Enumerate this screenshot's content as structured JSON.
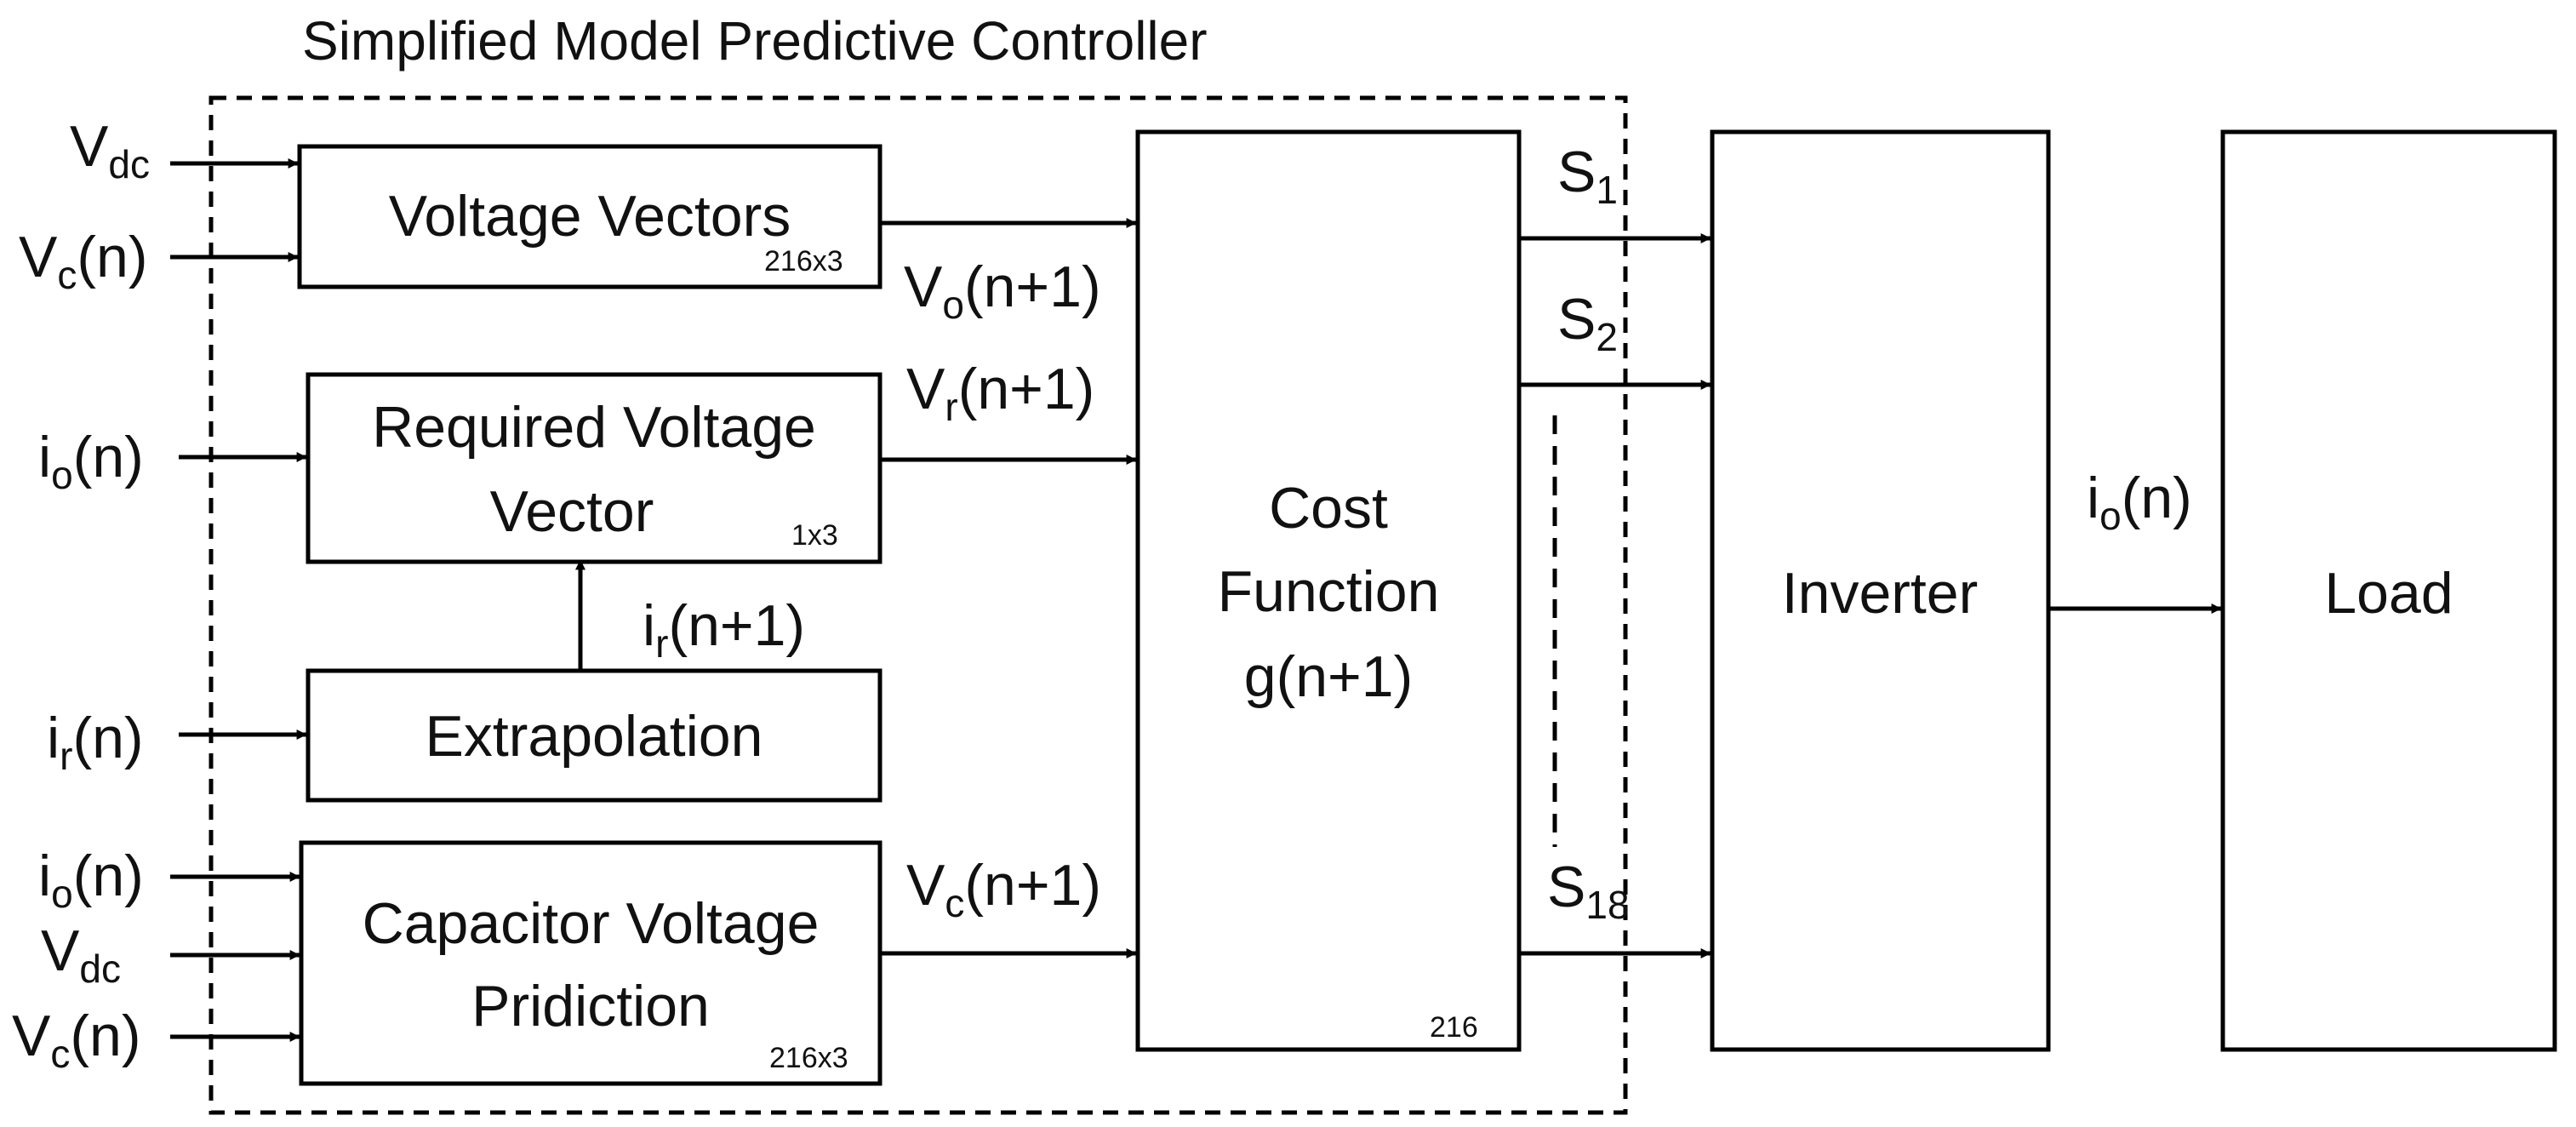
{
  "title": "Simplified Model Predictive Controller",
  "blocks": {
    "voltage_vectors": {
      "label": "Voltage Vectors",
      "size": "216x3"
    },
    "required_voltage": {
      "line1": "Required Voltage",
      "line2": "Vector",
      "size": "1x3"
    },
    "extrapolation": {
      "label": "Extrapolation"
    },
    "capacitor_prediction": {
      "line1": "Capacitor Voltage",
      "line2": "Pridiction",
      "size": "216x3"
    },
    "cost_function": {
      "line1": "Cost",
      "line2": "Function",
      "line3": "g(n+1)",
      "size": "216"
    },
    "inverter": {
      "label": "Inverter"
    },
    "load": {
      "label": "Load"
    }
  },
  "signals": {
    "vdc": {
      "base": "V",
      "sub": "dc",
      "suffix": ""
    },
    "vc_n": {
      "base": "V",
      "sub": "c",
      "suffix": "(n)"
    },
    "io_n": {
      "base": "i",
      "sub": "o",
      "suffix": "(n)"
    },
    "ir_n": {
      "base": "i",
      "sub": "r",
      "suffix": "(n)"
    },
    "ir_n1": {
      "base": "i",
      "sub": "r",
      "suffix": "(n+1)"
    },
    "vo_n1": {
      "base": "V",
      "sub": "o",
      "suffix": "(n+1)"
    },
    "vr_n1": {
      "base": "V",
      "sub": "r",
      "suffix": "(n+1)"
    },
    "vc_n1": {
      "base": "V",
      "sub": "c",
      "suffix": "(n+1)"
    },
    "s1": {
      "base": "S",
      "sub": "1",
      "suffix": ""
    },
    "s2": {
      "base": "S",
      "sub": "2",
      "suffix": ""
    },
    "s18": {
      "base": "S",
      "sub": "18",
      "suffix": ""
    }
  }
}
